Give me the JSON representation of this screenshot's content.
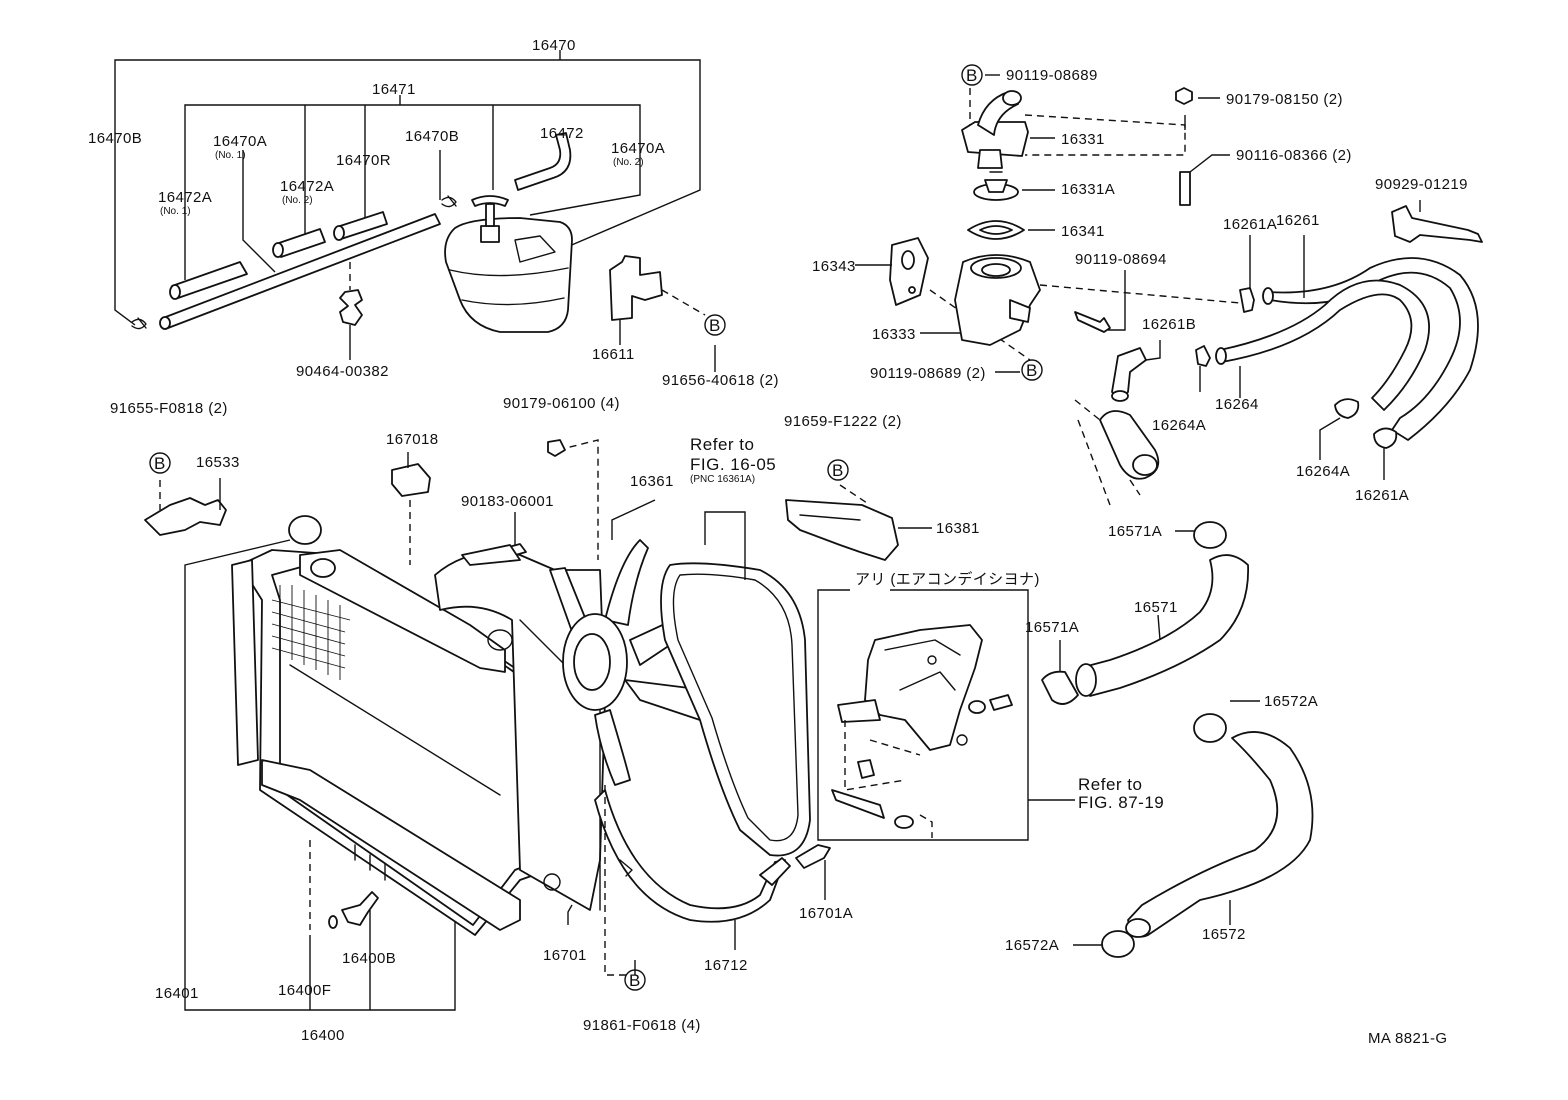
{
  "labels": {
    "p16470": "16470",
    "p16471": "16471",
    "p16470B_left": "16470B",
    "p16470A_no1": "16470A",
    "p16470A_no1_sub": "(No. 1)",
    "p16470B_mid": "16470B",
    "p16472": "16472",
    "p16470A_no2": "16470A",
    "p16470A_no2_sub": "(No. 2)",
    "p16470R": "16470R",
    "p16472A_no1": "16472A",
    "p16472A_no1_sub": "(No. 1)",
    "p16472A_no2": "16472A",
    "p16472A_no2_sub": "(No. 2)",
    "p90464": "90464-00382",
    "p16611": "16611",
    "p91656": "91656-40618 (2)",
    "p90119_08689_top": "90119-08689",
    "p90179_08150": "90179-08150 (2)",
    "p16331": "16331",
    "p90116_08366": "90116-08366 (2)",
    "p16331A": "16331A",
    "p90929": "90929-01219",
    "p16341": "16341",
    "p16261": "16261",
    "p16343": "16343",
    "p90119_08694": "90119-08694",
    "p16261A_top": "16261A",
    "p16333": "16333",
    "p16261B": "16261B",
    "p90119_08689_bot": "90119-08689 (2)",
    "p16264": "16264",
    "p16264A_mid": "16264A",
    "p16264A_right": "16264A",
    "p16261A_bot": "16261A",
    "p91655": "91655-F0818 (2)",
    "p16533": "16533",
    "p90179_06100": "90179-06100 (4)",
    "p167018": "167018",
    "p90183": "90183-06001",
    "p16361": "16361",
    "refer_1605_line1": "Refer to",
    "refer_1605_line2": "FIG. 16-05",
    "refer_1605_line3": "(PNC 16361A)",
    "p91659": "91659-F1222 (2)",
    "p16381": "16381",
    "p16571A_top": "16571A",
    "aircon": "アリ (エアコンデイシヨナ)",
    "p16571": "16571",
    "p16571A_mid": "16571A",
    "p16572A_top": "16572A",
    "refer_8719_line1": "Refer to",
    "refer_8719_line2": "FIG. 87-19",
    "p16701A": "16701A",
    "p16712": "16712",
    "p16701": "16701",
    "p16400B": "16400B",
    "p16400F": "16400F",
    "p16401": "16401",
    "p16400": "16400",
    "p91861": "91861-F0618 (4)",
    "p16572A_bot": "16572A",
    "p16572": "16572",
    "ref_code": "MA 8821-G"
  },
  "bolt_marker": "B"
}
